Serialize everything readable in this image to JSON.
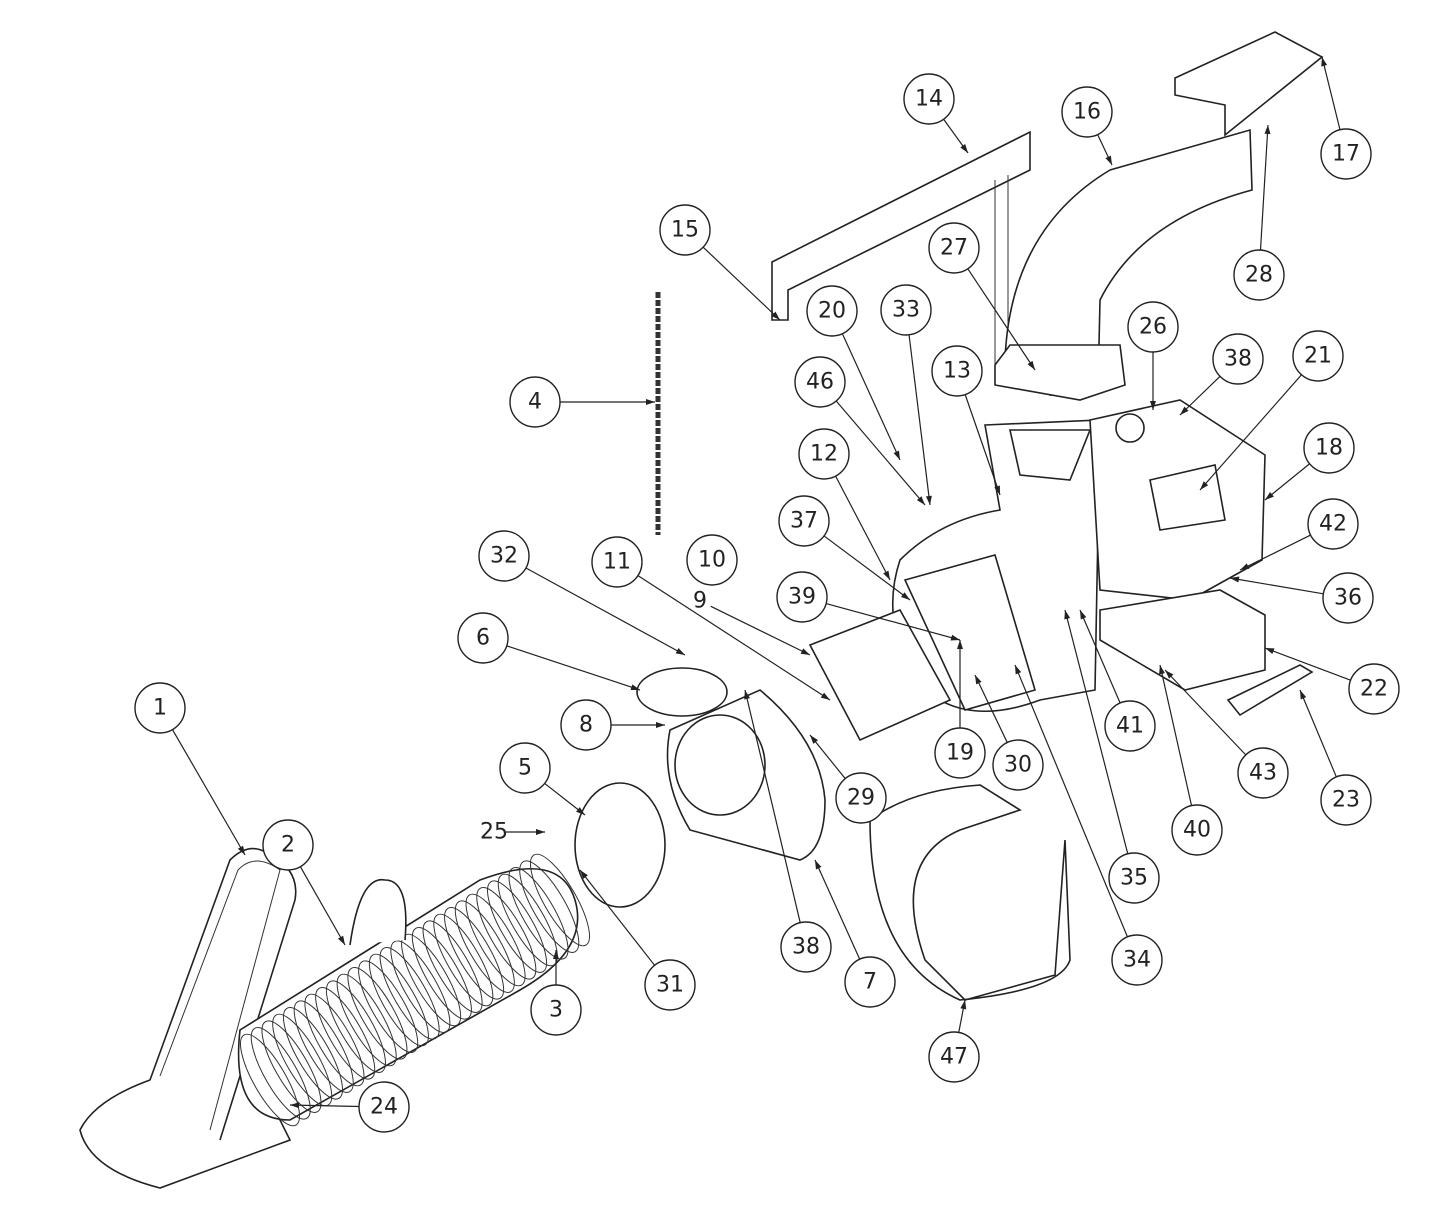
{
  "diagram": {
    "type": "exploded-parts-diagram",
    "callouts": [
      "1",
      "2",
      "3",
      "4",
      "5",
      "6",
      "7",
      "8",
      "9",
      "10",
      "11",
      "12",
      "13",
      "14",
      "15",
      "16",
      "17",
      "18",
      "19",
      "20",
      "21",
      "22",
      "23",
      "24",
      "25",
      "26",
      "27",
      "28",
      "29",
      "30",
      "31",
      "32",
      "33",
      "34",
      "35",
      "36",
      "37",
      "38",
      "38",
      "39",
      "40",
      "41",
      "42",
      "43",
      "46",
      "47"
    ]
  }
}
